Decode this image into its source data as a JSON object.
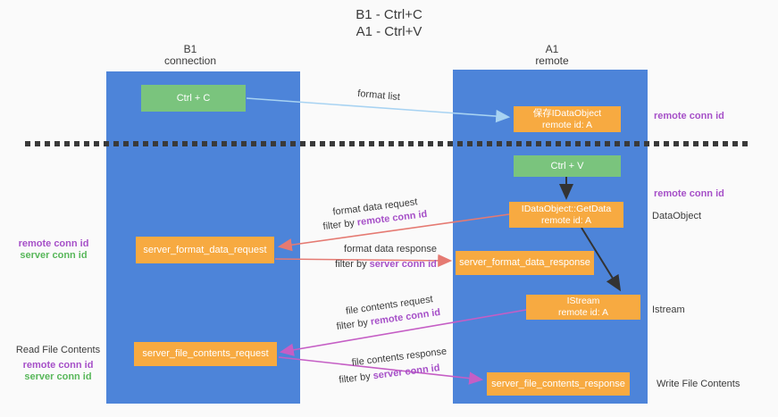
{
  "title": {
    "line1": "B1 - Ctrl+C",
    "line2": "A1 - Ctrl+V"
  },
  "lanes": {
    "left": {
      "name": "B1",
      "role": "connection"
    },
    "right": {
      "name": "A1",
      "role": "remote"
    }
  },
  "nodes": {
    "ctrl_c": {
      "label": "Ctrl + C"
    },
    "ctrl_v": {
      "label": "Ctrl + V"
    },
    "save_dataobject": {
      "line1": "保存IDataObject",
      "line2": "remote id: A"
    },
    "getdata": {
      "line1": "IDataObject::GetData",
      "line2": "remote id: A"
    },
    "istream": {
      "line1": "IStream",
      "line2": "remote id: A"
    },
    "format_request": {
      "label": "server_format_data_request"
    },
    "format_response": {
      "label": "server_format_data_response"
    },
    "file_request": {
      "label": "server_file_contents_request"
    },
    "file_response": {
      "label": "server_file_contents_response"
    }
  },
  "edges": {
    "format_list": {
      "label": "format list"
    },
    "format_request": {
      "label": "format data request",
      "filter_prefix": "filter by ",
      "filter_key": "remote conn id"
    },
    "format_response": {
      "label": "format data response",
      "filter_prefix": "filter by ",
      "filter_key": "server conn id"
    },
    "file_request": {
      "label": "file contents request",
      "filter_prefix": "filter by ",
      "filter_key": "remote conn id"
    },
    "file_response": {
      "label": "file contents response",
      "filter_prefix": "filter by ",
      "filter_key": "server conn id"
    }
  },
  "annotations": {
    "right_top_remote_conn_id": "remote conn id",
    "right_mid_remote_conn_id": "remote conn id",
    "right_dataobject": "DataObject",
    "right_istream": "Istream",
    "right_write_file_contents": "Write File Contents",
    "left_remote_conn_id": "remote conn id",
    "left_server_conn_id": "server conn id",
    "left_read_file_contents": "Read File Contents",
    "left_remote_conn_id_2": "remote conn id",
    "left_server_conn_id_2": "server conn id"
  },
  "colors": {
    "lane_blue": "#4d84d9",
    "node_green": "#7ac47d",
    "node_orange": "#f7aa41",
    "text_purple": "#a650c8",
    "text_green": "#58b75a",
    "arrow_salmon": "#e57a72",
    "arrow_magenta": "#c55ec5",
    "arrow_lightblue": "#a8d3f2",
    "arrow_black": "#333333",
    "text_dark": "#3b3b3b",
    "background": "#fafafa"
  }
}
